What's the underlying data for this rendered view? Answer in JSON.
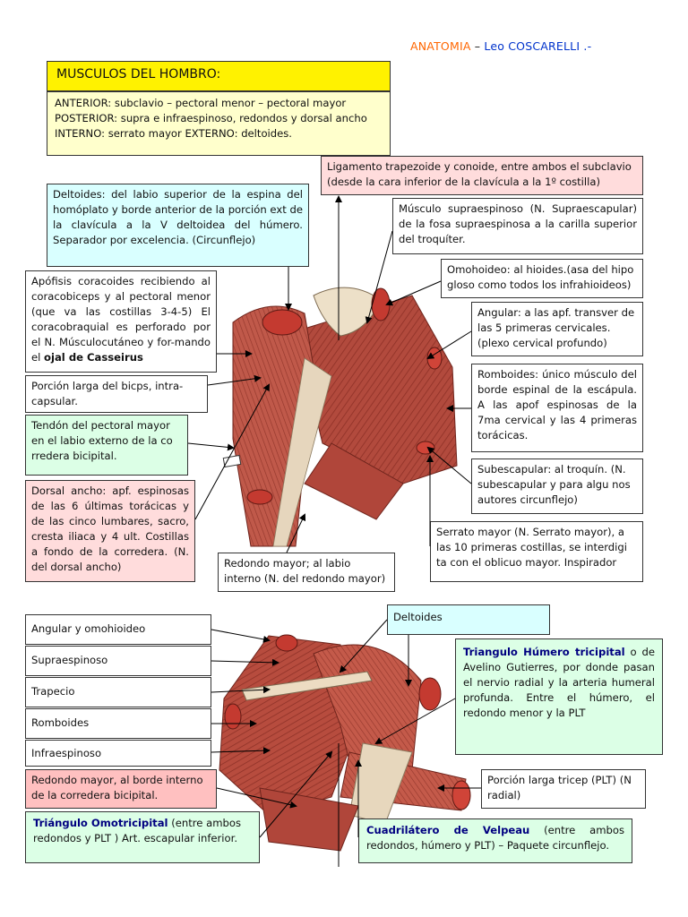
{
  "header": {
    "left": "ANATOMIA",
    "sep": " – ",
    "right": "Leo COSCARELLI .-"
  },
  "title_box": {
    "title": "MUSCULOS DEL HOMBRO:",
    "line1": "ANTERIOR: subclavio – pectoral menor – pectoral mayor",
    "line2": "POSTERIOR:  supra e infraespinoso, redondos y dorsal ancho",
    "line3": "INTERNO: serrato mayor EXTERNO: deltoides."
  },
  "upper": {
    "ligamento": {
      "l1": "Ligamento trapezoide y conoide, entre ambos el subclavio",
      "l2": "(desde la cara inferior de la clavícula a la 1º costilla)"
    },
    "deltoides": "Deltoides: del labio superior de la espina del homóplato y borde anterior de la porción ext de la clavícula a la V deltoidea del húmero. Separador por excelencia. (Circunflejo)",
    "supraespinoso": "Músculo supraespinoso (N. Supraescapular) de la fosa supraespinosa a la carilla superior del troquíter.",
    "omohioideo": "Omohoideo: al hioides.(asa del hipo gloso como todos los infrahioideos)",
    "apofisis": "Apófisis coracoides recibiendo al coracobiceps y al pectoral menor (que va las costillas 3-4-5) El coracobraquial es perforado por el N. Músculocutáneo y for-mando el",
    "apofisis_bold": "ojal de Casseirus",
    "angular": "Angular:  a las apf. transver de las 5 primeras cervicales. (plexo cervical profundo)",
    "porcion_larga": "Porción larga del bicps, intra-capsular.",
    "romboides": "Romboides: único músculo del borde espinal de la escápula. A las apof espinosas de la 7ma cervical y las 4 primeras torácicas.",
    "tendon": "Tendón del pectoral mayor en el labio externo de la co rredera bicipital.",
    "subescapular": "Subescapular: al troquín. (N. subescapular y para algu nos autores circunflejo)",
    "dorsal": "Dorsal ancho:  apf. espinosas de las 6 últimas torácicas y de las cinco lumbares, sacro, cresta iliaca y 4 ult. Costillas a fondo de la corredera. (N. del dorsal ancho)",
    "serrato": "Serrato mayor (N. Serrato mayor), a las 10 primeras costillas, se interdigi ta con el oblicuo mayor.  Inspirador",
    "redondo_mayor": "Redondo mayor; al labio interno (N. del redondo mayor)"
  },
  "lower": {
    "angular_omo": "Angular y omohioideo",
    "supraespinoso": "Supraespinoso",
    "trapecio": "Trapecio",
    "romboides": "Romboides",
    "infraespinoso": "Infraespinoso",
    "deltoides": "Deltoides",
    "triangulo_hum_bold": "Triangulo Húmero tricipital",
    "triangulo_hum_rest": " o de Avelino Gutierres, por donde pasan el nervio radial y la arteria humeral profunda. Entre el húmero, el redondo menor y la PLT",
    "redondo_mayor": "Redondo mayor, al borde interno de la corredera bicipital.",
    "porcion_larga": "Porción larga tricep (PLT) (N radial)",
    "omotricipital_bold": "Triángulo Omotricipital",
    "omotricipital_rest": " (entre ambos redondos y PLT ) Art. escapular inferior.",
    "velpeau_bold": "Cuadrilátero de Velpeau",
    "velpeau_rest": " (entre ambos redondos, húmero  y PLT) – Paquete circunflejo."
  },
  "colors": {
    "muscle": "#b4483c",
    "muscle_dark": "#7a2a22",
    "tendon": "#e8d8c0",
    "fat": "#e7b8a8"
  }
}
